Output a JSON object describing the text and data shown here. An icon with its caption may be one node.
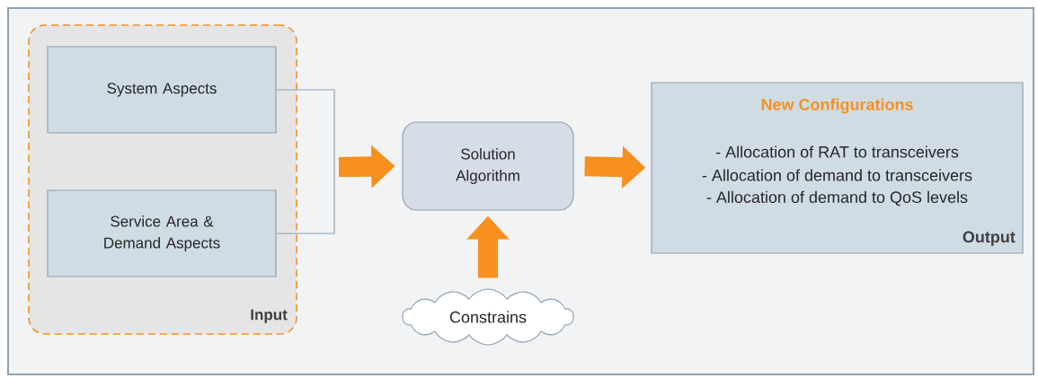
{
  "diagram": {
    "nodes": [
      {
        "text": [
          "Input"
        ]
      },
      {
        "text": [
          "System Aspects"
        ],
        "in": 0
      },
      {
        "text": [
          "Service Area & Demand Aspects"
        ],
        "in": 0
      },
      {
        "text": [
          "Solution Algorithm"
        ]
      },
      {
        "text": [
          "Constrains"
        ]
      },
      {
        "text": [
          "New Configurations",
          "- Allocation of RAT to transceivers",
          "- Allocation of demand to transceivers",
          "- Allocation of demand to QoS levels",
          "Output"
        ]
      }
    ],
    "edges": [
      {
        "from": 1,
        "to": 3,
        "arrow": "to",
        "color": "#8ea2b1"
      },
      {
        "from": 2,
        "to": 3,
        "arrow": "to",
        "color": "#8ea2b1"
      },
      {
        "from": 3,
        "to": 5,
        "arrow": "to",
        "style": "thick",
        "color": "#f7901e"
      },
      {
        "from": 4,
        "to": 3,
        "arrow": "to",
        "style": "thick",
        "color": "#f7901e"
      }
    ]
  }
}
